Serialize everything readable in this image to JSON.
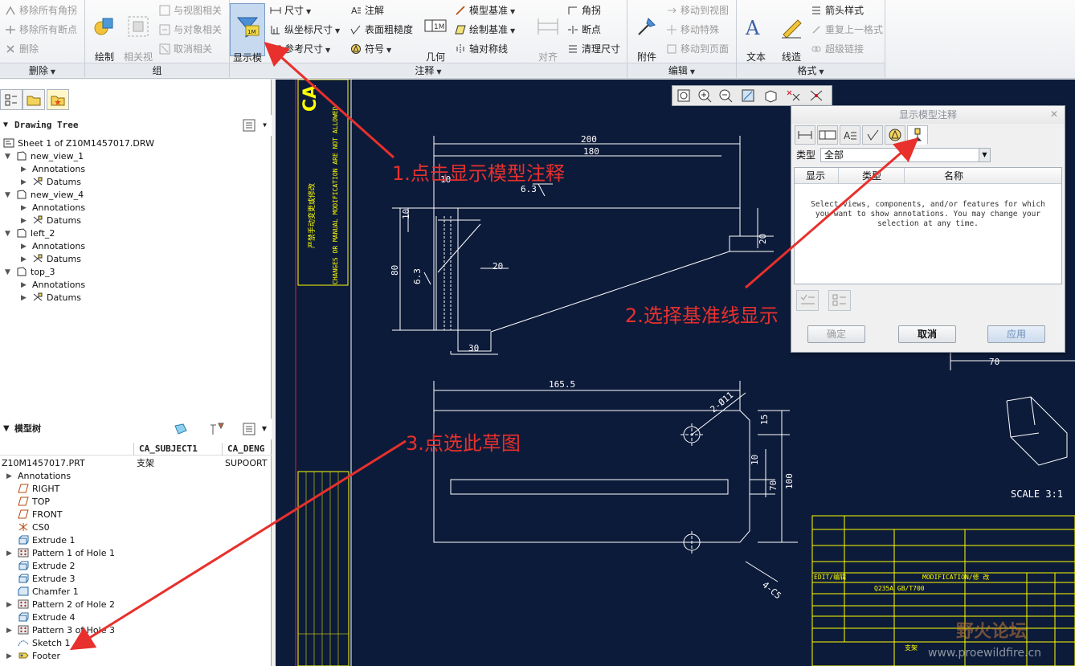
{
  "ribbon": {
    "delete_group": {
      "remove_all_angle": "移除所有角拐",
      "remove_all_break": "移除所有断点",
      "delete": "删除",
      "label": "删除"
    },
    "group_group": {
      "draw_group": "绘制\n组",
      "related_view": "相关视\n图",
      "relate_to_view": "与视图相关",
      "relate_to_object": "与对象相关",
      "unrelate": "取消相关",
      "label": "组"
    },
    "annotation_group": {
      "show_model_annotation": "显示模\n型注释",
      "dimension": "尺寸",
      "ordinate_dimension": "纵坐标尺寸",
      "reference_dimension": "参考尺寸",
      "note": "注解",
      "surface_finish": "表面粗糙度",
      "symbol": "符号",
      "geometric_tolerance": "几何\n公差",
      "model_datum": "模型基准",
      "draw_datum": "绘制基准",
      "axis_symmetry": "轴对称线",
      "align_dimension": "对齐\n尺寸",
      "angle": "角拐",
      "breakpoint": "断点",
      "cleanup_dimension": "清理尺寸",
      "label": "注释"
    },
    "edit_group": {
      "attachment": "附件",
      "move_to_view": "移动到视图",
      "move_special": "移动特殊",
      "move_to_page": "移动到页面",
      "label": "编辑"
    },
    "format_group": {
      "text_style": "文本\n样式",
      "line_style": "线造\n型",
      "arrow_style": "箭头样式",
      "repeat_last": "重复上一格式",
      "hyperlink": "超级链接",
      "label": "格式"
    }
  },
  "drawing_tree": {
    "title": "Drawing Tree",
    "items": [
      {
        "label": "Sheet 1 of Z10M1457017.DRW",
        "level": 0,
        "icon": "sheet-icon"
      },
      {
        "label": "new_view_1",
        "level": 1,
        "icon": "view-icon"
      },
      {
        "label": "Annotations",
        "level": 2,
        "icon": ""
      },
      {
        "label": "Datums",
        "level": 2,
        "icon": "datum-icon"
      },
      {
        "label": "new_view_4",
        "level": 1,
        "icon": "view-icon"
      },
      {
        "label": "Annotations",
        "level": 2,
        "icon": ""
      },
      {
        "label": "Datums",
        "level": 2,
        "icon": "datum-icon"
      },
      {
        "label": "left_2",
        "level": 1,
        "icon": "view-icon"
      },
      {
        "label": "Annotations",
        "level": 2,
        "icon": ""
      },
      {
        "label": "Datums",
        "level": 2,
        "icon": "datum-icon"
      },
      {
        "label": "top_3",
        "level": 1,
        "icon": "view-icon"
      },
      {
        "label": "Annotations",
        "level": 2,
        "icon": ""
      },
      {
        "label": "Datums",
        "level": 2,
        "icon": "datum-icon"
      }
    ]
  },
  "model_tree": {
    "title": "模型树",
    "columns": [
      "CA_SUBJECT1",
      "CA_DENG"
    ],
    "root": {
      "label": "Z10M1457017.PRT",
      "col1": "支架",
      "col2": "SUPOORT"
    },
    "items": [
      {
        "label": "Annotations",
        "icon": "",
        "expandable": true
      },
      {
        "label": "RIGHT",
        "icon": "plane-icon",
        "expandable": false
      },
      {
        "label": "TOP",
        "icon": "plane-icon",
        "expandable": false
      },
      {
        "label": "FRONT",
        "icon": "plane-icon",
        "expandable": false
      },
      {
        "label": "CS0",
        "icon": "csys-icon",
        "expandable": false
      },
      {
        "label": "Extrude 1",
        "icon": "extrude-icon",
        "expandable": false
      },
      {
        "label": "Pattern 1 of Hole 1",
        "icon": "pattern-icon",
        "expandable": true
      },
      {
        "label": "Extrude 2",
        "icon": "extrude-icon",
        "expandable": false
      },
      {
        "label": "Extrude 3",
        "icon": "extrude-icon",
        "expandable": false
      },
      {
        "label": "Chamfer 1",
        "icon": "chamfer-icon",
        "expandable": false
      },
      {
        "label": "Pattern 2 of Hole 2",
        "icon": "pattern-icon",
        "expandable": true
      },
      {
        "label": "Extrude 4",
        "icon": "extrude-icon",
        "expandable": false
      },
      {
        "label": "Pattern 3 of Hole 3",
        "icon": "pattern-icon",
        "expandable": true
      },
      {
        "label": "Sketch 1",
        "icon": "sketch-icon",
        "expandable": false
      },
      {
        "label": "Footer",
        "icon": "footer-icon",
        "expandable": true
      }
    ]
  },
  "dialog": {
    "title": "显示模型注释",
    "type_label": "类型",
    "type_value": "全部",
    "col_show": "显示",
    "col_type": "类型",
    "col_name": "名称",
    "message": "Select views, components, and/or features for which you want to show annotations. You may change your selection at any time.",
    "ok": "确定",
    "cancel": "取消",
    "apply": "应用"
  },
  "drawing": {
    "dim_200": "200",
    "dim_180": "180",
    "dim_10a": "10",
    "dim_63a": "6.3",
    "dim_10b": "10",
    "dim_20a": "20",
    "dim_20b": "20",
    "dim_80": "80",
    "dim_63b": "6.3",
    "dim_30": "30",
    "dim_70": "70",
    "dim_1655": "165.5",
    "dim_hole": "2-Ø11",
    "dim_15": "15",
    "dim_10c": "10",
    "dim_70b": "70",
    "dim_100": "100",
    "dim_c5": "4-C5",
    "scale": "SCALE  3:1",
    "caution": "CHANGES OR MANUAL MODIFICATION ARE NOT ALLOWED",
    "caution_cn": "严禁手动变更或修改",
    "title_modification": "MODIFICATION/修 改",
    "title_edit": "EDIT/编辑",
    "material": "Q235A GB/T700",
    "part_name": "支架",
    "logo_partial": "CA"
  },
  "annotations": {
    "step1": "1.点击显示模型注释",
    "step2": "2.选择基准线显示",
    "step3": "3.点选此草图"
  },
  "watermark": {
    "text": "野火论坛",
    "url": "www.proewildfire.cn"
  },
  "colors": {
    "canvas_bg": "#0d1b3a",
    "drawing_line": "#ffffff",
    "border_yellow": "#ffff00",
    "annotation_red": "#e8302c"
  }
}
